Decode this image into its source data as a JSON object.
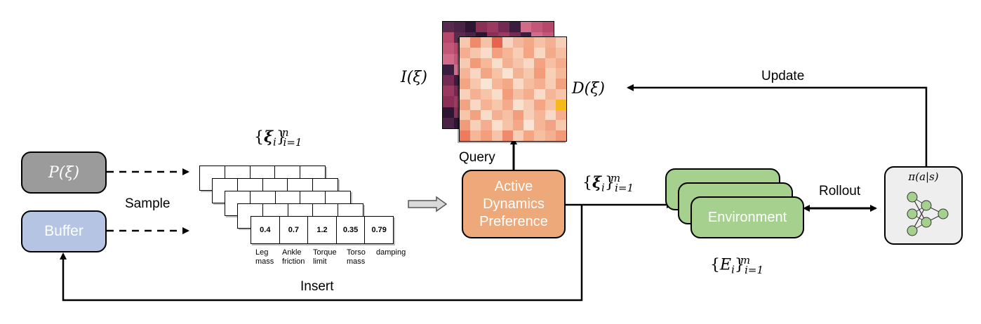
{
  "nodes": {
    "prior": "P(ξ)",
    "buffer": "Buffer",
    "active": [
      "Active",
      "Dynamics",
      "Preference"
    ],
    "environment": "Environment"
  },
  "labels": {
    "sample": "Sample",
    "insert": "Insert",
    "query": "Query",
    "update": "Update",
    "rollout": "Rollout"
  },
  "math": {
    "xi_n": {
      "base": "ξ",
      "sub": "i",
      "sup": "n",
      "range": "i=1"
    },
    "xi_m": {
      "base": "ξ",
      "sub": "i",
      "sup": "m",
      "range": "i=1"
    },
    "env_m": {
      "base": "E",
      "sub": "i",
      "sup": "m",
      "range": "i=1"
    },
    "I_xi": "I(ξ)",
    "D_xi": "D(ξ)",
    "policy": "π(a|s)"
  },
  "param_cards": {
    "front_values": [
      "0.4",
      "0.7",
      "1.2",
      "0.35",
      "0.79"
    ],
    "param_names": [
      [
        "Leg",
        "mass"
      ],
      [
        "Ankle",
        "friction"
      ],
      [
        "Torque",
        "limit"
      ],
      [
        "Torso",
        "mass"
      ],
      [
        "damping"
      ]
    ]
  },
  "heatmaps": {
    "front_colors": [
      "#f6c9ae",
      "#f08a6c",
      "#f6c2a6",
      "#e8634d",
      "#f7d4c1",
      "#f5b79b",
      "#f3a886",
      "#f6c1a4",
      "#f4b093",
      "#f7cfb8",
      "#f4ae8f",
      "#f6c6ab",
      "#f8dcc9",
      "#f2a07e",
      "#f5b596",
      "#f7cdb6",
      "#f3a584",
      "#f8d7c3",
      "#f3aa88",
      "#f6bfa2",
      "#f7cbb3",
      "#f29a78",
      "#f5b899",
      "#f8dfcd",
      "#f4b192",
      "#f6c4a8",
      "#f8d9c5",
      "#f3a282",
      "#f6c0a3",
      "#f4ac8c",
      "#f5b495",
      "#f8d6c2",
      "#f3a685",
      "#f6c3a7",
      "#f9e3d3",
      "#f4b394",
      "#f6c8ad",
      "#f29c7a",
      "#f7d0ba",
      "#f5b898",
      "#f3a482",
      "#f6c7ac",
      "#f9e5d6",
      "#f5b797",
      "#f3a987",
      "#f8dac7",
      "#f6bea1",
      "#f4af90",
      "#f7cdb5",
      "#f2a17f",
      "#f7d1bb",
      "#f4b091",
      "#f6c5a9",
      "#f8ddcb",
      "#f29e7c",
      "#f6bfa3",
      "#f4ad8d",
      "#f8dbc8",
      "#f5b596",
      "#f6c4a9",
      "#f3a383",
      "#f8d8c4",
      "#f5b394",
      "#f6c7ab",
      "#f4ab8b",
      "#f9e1d0",
      "#f7ccb4",
      "#f3a584",
      "#f6c2a6",
      "#f5b91c",
      "#f6c6ab",
      "#f3a281",
      "#f8dcca",
      "#f4b192",
      "#f6c0a4",
      "#f29d7b",
      "#f7cfb8",
      "#f5b697",
      "#f8d9c6",
      "#f4ae8e",
      "#f29b79",
      "#f7d0b9",
      "#f4ad8e",
      "#f8dfce",
      "#f6c3a7",
      "#f3a886",
      "#f9e4d5",
      "#f5b596",
      "#f3a383",
      "#f6c8ad",
      "#ef7a5e",
      "#f5b798",
      "#f29f7d",
      "#f6c4a8",
      "#f08a6c",
      "#f7cdb6",
      "#f3a584",
      "#f6bfa2",
      "#f4af90",
      "#f29a78"
    ],
    "back_colors": [
      "#5a2a4e",
      "#8a2f55",
      "#3a1d3f",
      "#b5486b",
      "#2c1633",
      "#742a52",
      "#c2577a",
      "#4a2347",
      "#9b3a61",
      "#d16b8a"
    ]
  }
}
